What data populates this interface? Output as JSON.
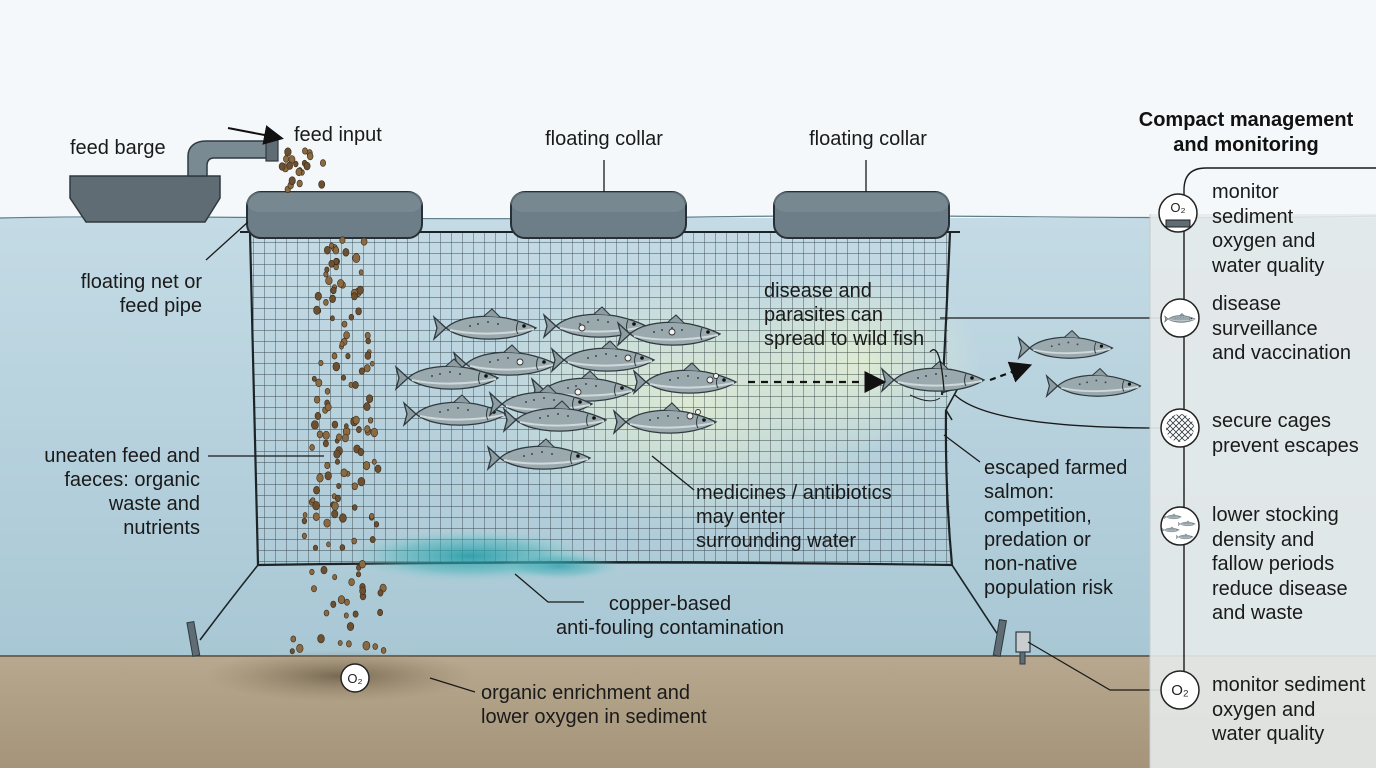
{
  "labels": {
    "feed_barge": "feed barge",
    "feed_input": "feed input",
    "floating_collar_1": "floating collar",
    "floating_collar_2": "floating collar",
    "floating_net": "floating net or\nfeed pipe",
    "uneaten_feed": "uneaten feed and\nfaeces: organic\nwaste and\nnutrients",
    "disease_parasites": "disease and\nparasites can\nspread to wild fish",
    "medicines": "medicines / antibiotics\nmay enter\nsurrounding water",
    "escaped_salmon": "escaped farmed\nsalmon:\ncompetition,\npredation or\nnon-native\npopulation risk",
    "copper": "copper-based\nanti-fouling contamination",
    "organic_enrichment": "organic enrichment and\nlower oxygen in sediment",
    "o2_symbol": "O₂"
  },
  "panel": {
    "title": "Compact management\nand monitoring",
    "items": [
      {
        "icon": "oxygen-sensor-icon",
        "text": "monitor\nsediment\noxygen and\nwater quality"
      },
      {
        "icon": "fish-icon",
        "text": "disease\nsurveillance\nand vaccination"
      },
      {
        "icon": "net-mesh-icon",
        "text": "secure cages\nprevent escapes"
      },
      {
        "icon": "fish-group-icon",
        "text": "lower stocking\ndensity and\nfallow periods\nreduce disease\nand waste"
      },
      {
        "icon": "oxygen-icon",
        "text": "monitor sediment\noxygen and\nwater quality"
      }
    ]
  },
  "colors": {
    "sky": "#f4f8fa",
    "water": "#b9d3de",
    "sediment": "#b5a78f",
    "collar": "#6e7e88",
    "net": "#2b3236",
    "copper_plume": "#2a9fa8",
    "feed_pellet": "#6b5032",
    "fish_body": "#9aa9ad"
  }
}
